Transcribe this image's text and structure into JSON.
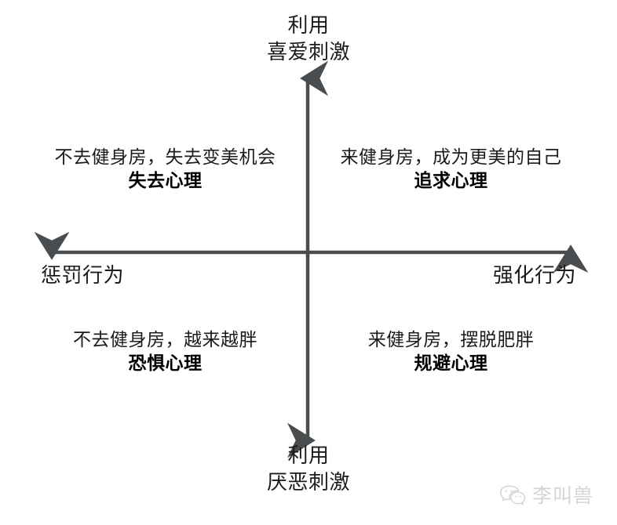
{
  "diagram": {
    "type": "2x2-matrix",
    "background_color": "#ffffff",
    "axis_color": "#4a4d50",
    "text_color": "#1b1b1b",
    "axes": {
      "vertical": {
        "top_label_line1": "利用",
        "top_label_line2": "喜爱刺激",
        "bottom_label_line1": "利用",
        "bottom_label_line2": "厌恶刺激"
      },
      "horizontal": {
        "left_label": "惩罚行为",
        "right_label": "强化行为"
      }
    },
    "quadrants": {
      "top_left": {
        "description": "不去健身房，失去变美机会",
        "term": "失去心理"
      },
      "top_right": {
        "description": "来健身房，成为更美的自己",
        "term": "追求心理"
      },
      "bottom_left": {
        "description": "不去健身房，越来越胖",
        "term": "恐惧心理"
      },
      "bottom_right": {
        "description": "来健身房，摆脱肥胖",
        "term": "规避心理"
      }
    }
  },
  "watermark": {
    "icon": "wechat-icon",
    "text": "李叫兽",
    "color": "#b9bcc1"
  }
}
